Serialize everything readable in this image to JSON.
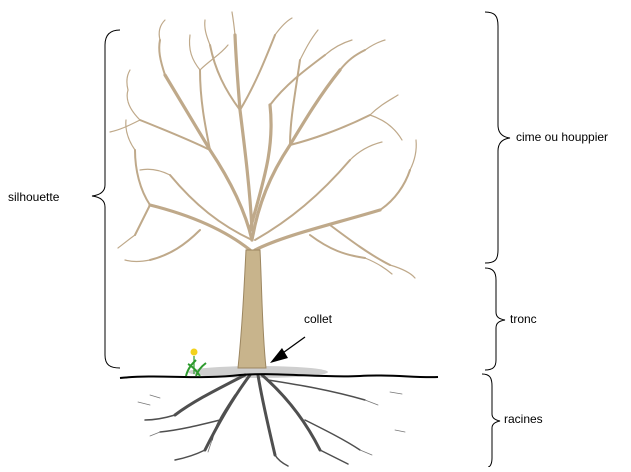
{
  "labels": {
    "silhouette": "silhouette",
    "crown": "cime ou houppier",
    "trunk": "tronc",
    "collar": "collet",
    "roots": "racines"
  },
  "colors": {
    "bark": "#c8b48c",
    "bark_dark": "#8e7a55",
    "root": "#4a4a4a",
    "ground_line": "#000000",
    "grass": "#2e9b2e",
    "flower": "#f2d21b",
    "shadow": "#c9c9c9"
  },
  "icons": {
    "flower": "dandelion-icon",
    "arrow": "pointer-arrow-icon"
  }
}
